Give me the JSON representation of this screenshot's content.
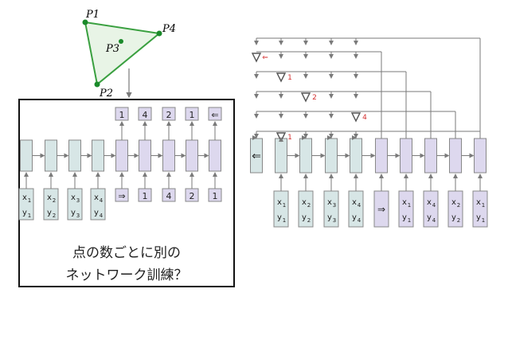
{
  "triangle": {
    "points": {
      "p1": "P1",
      "p2": "P2",
      "p3": "P3",
      "p4": "P4"
    },
    "fill": "#e8f4e6",
    "stroke": "#3aa040"
  },
  "left": {
    "inputs": [
      [
        "x1",
        "y1"
      ],
      [
        "x2",
        "y2"
      ],
      [
        "x3",
        "y3"
      ],
      [
        "x4",
        "y4"
      ]
    ],
    "decoder_inputs": [
      "⇒",
      "1",
      "4",
      "2",
      "1"
    ],
    "decoder_outputs": [
      "1",
      "4",
      "2",
      "1",
      "⇐"
    ],
    "caption_line1": "点の数ごとに別の",
    "caption_line2": "ネットワーク訓練？"
  },
  "right": {
    "left_arrow": "⇐",
    "inputs": [
      [
        "x1",
        "y1"
      ],
      [
        "x2",
        "y2"
      ],
      [
        "x3",
        "y3"
      ],
      [
        "x4",
        "y4"
      ]
    ],
    "start_symbol": "⇒",
    "decoder_inputs": [
      [
        "x1",
        "y1"
      ],
      [
        "x4",
        "y4"
      ],
      [
        "x2",
        "y2"
      ],
      [
        "x1",
        "y1"
      ]
    ],
    "pointer_marks": [
      "⇐",
      "1",
      "2",
      "4",
      "1"
    ],
    "pointer_color": "#d43030"
  },
  "colors": {
    "encoder": "#d7e6e6",
    "decoder": "#ddd8ee",
    "box_stroke": "#888888",
    "arrow": "#7a7a7a"
  }
}
